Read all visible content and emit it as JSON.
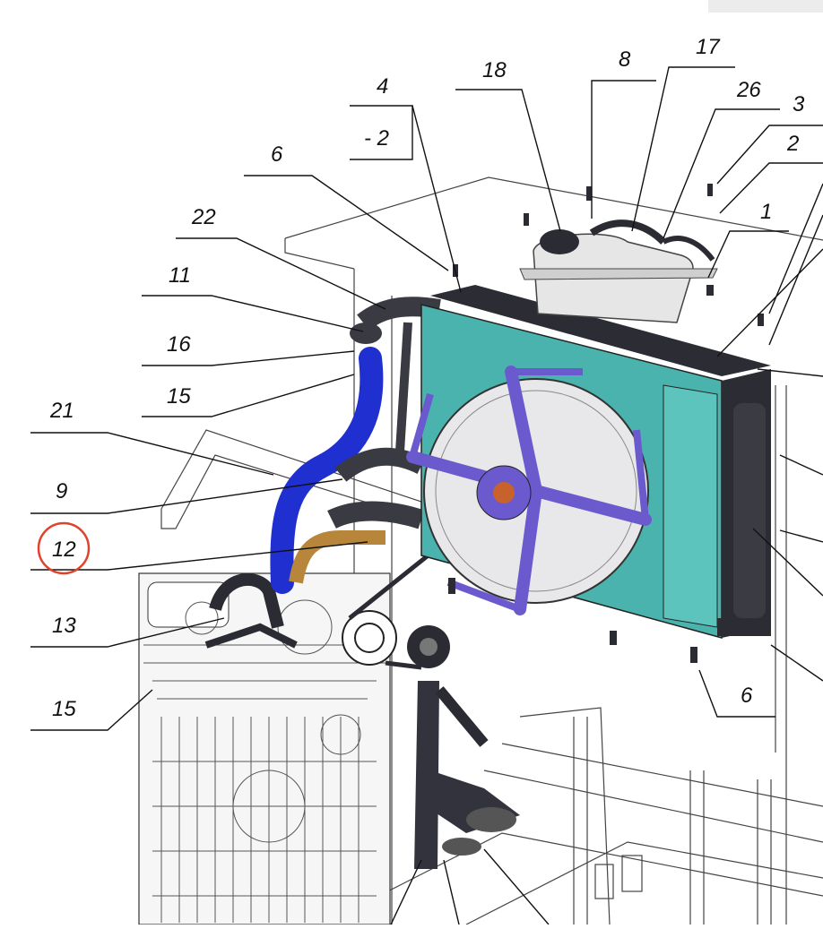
{
  "diagram": {
    "callouts": {
      "c2_box": "- 2",
      "c4": "4",
      "c18": "18",
      "c8": "8",
      "c17": "17",
      "c26": "26",
      "c3": "3",
      "c2": "2",
      "c1": "1",
      "c6_top": "6",
      "c22": "22",
      "c11": "11",
      "c16": "16",
      "c15_top": "15",
      "c21": "21",
      "c9": "9",
      "c12": "12",
      "c13": "13",
      "c15_bottom": "15",
      "c6_bottom": "6"
    },
    "highlight": {
      "target": "12",
      "color": "#e0432b"
    },
    "colors": {
      "radiator_core": "#4bb3ad",
      "fan_frame": "#6a5acd",
      "coolant_hose": "#1f2fd0",
      "bronze_pipe": "#b8863b",
      "dark_parts": "#2b2b33"
    }
  }
}
